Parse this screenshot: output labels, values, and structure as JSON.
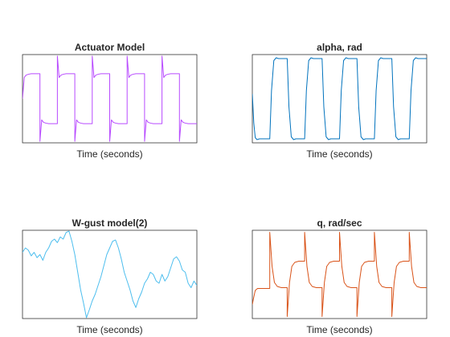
{
  "figure": {
    "background": "#ffffff",
    "axes_color": "#262626"
  },
  "chart_data": [
    {
      "type": "line",
      "title": "Actuator Model",
      "xlabel": "Time (seconds)",
      "ylabel": "",
      "grid": false,
      "xlim": [
        0,
        60
      ],
      "ylim": [
        -1.5,
        1.5
      ],
      "series": [
        {
          "color": "#b84bff",
          "x": [
            0,
            0.6,
            1.2,
            2,
            3,
            5,
            6,
            6.001,
            6.6,
            7.2,
            8,
            9,
            12,
            12.001,
            12.6,
            13.2,
            14,
            15,
            18,
            18.001,
            18.6,
            19.2,
            20,
            21,
            24,
            24.001,
            24.6,
            25.2,
            26,
            27,
            30,
            30.001,
            30.6,
            31.2,
            32,
            33,
            36,
            36.001,
            36.6,
            37.2,
            38,
            39,
            42,
            42.001,
            42.6,
            43.2,
            44,
            45,
            48,
            48.001,
            48.6,
            49.2,
            50,
            51,
            54,
            54.001,
            54.6,
            55.2,
            56,
            57,
            60
          ],
          "values": [
            0,
            0.72,
            0.8,
            0.83,
            0.85,
            0.85,
            0.85,
            -1.45,
            -0.72,
            -0.8,
            -0.83,
            -0.85,
            -0.85,
            1.45,
            0.72,
            0.8,
            0.83,
            0.85,
            0.85,
            -1.45,
            -0.72,
            -0.8,
            -0.83,
            -0.85,
            -0.85,
            1.45,
            0.72,
            0.8,
            0.83,
            0.85,
            0.85,
            -1.45,
            -0.72,
            -0.8,
            -0.83,
            -0.85,
            -0.85,
            1.45,
            0.72,
            0.8,
            0.83,
            0.85,
            0.85,
            -1.45,
            -0.72,
            -0.8,
            -0.83,
            -0.85,
            -0.85,
            1.45,
            0.72,
            0.8,
            0.83,
            0.85,
            0.85,
            -1.45,
            -0.72,
            -0.8,
            -0.83,
            -0.85,
            -0.85
          ]
        }
      ]
    },
    {
      "type": "line",
      "title": "alpha, rad",
      "xlabel": "Time (seconds)",
      "ylabel": "",
      "grid": false,
      "xlim": [
        0,
        60
      ],
      "ylim": [
        -1.1,
        1.1
      ],
      "series": [
        {
          "color": "#0072bd",
          "x": [
            0,
            0.5,
            1,
            1.6,
            2.5,
            4,
            6,
            6.6,
            7.4,
            8.2,
            9,
            10,
            12,
            12.6,
            13.4,
            14.2,
            15,
            16,
            18,
            18.6,
            19.4,
            20.2,
            21,
            22,
            24,
            24.6,
            25.4,
            26.2,
            27,
            28,
            30,
            30.6,
            31.4,
            32.2,
            33,
            34,
            36,
            36.6,
            37.4,
            38.2,
            39,
            40,
            42,
            42.6,
            43.4,
            44.2,
            45,
            46,
            48,
            48.6,
            49.4,
            50.2,
            51,
            52,
            54,
            54.6,
            55.4,
            56.2,
            57,
            58,
            60
          ],
          "values": [
            0.12,
            -0.6,
            -0.97,
            -1.02,
            -1.0,
            -1.0,
            -1.0,
            0.2,
            0.95,
            1.02,
            1.0,
            1.0,
            1.0,
            -0.2,
            -0.95,
            -1.02,
            -1.0,
            -1.0,
            -1.0,
            0.2,
            0.95,
            1.02,
            1.0,
            1.0,
            1.0,
            -0.2,
            -0.95,
            -1.02,
            -1.0,
            -1.0,
            -1.0,
            0.2,
            0.95,
            1.02,
            1.0,
            1.0,
            1.0,
            -0.2,
            -0.95,
            -1.02,
            -1.0,
            -1.0,
            -1.0,
            0.2,
            0.95,
            1.02,
            1.0,
            1.0,
            1.0,
            -0.2,
            -0.95,
            -1.02,
            -1.0,
            -1.0,
            -1.0,
            0.2,
            0.95,
            1.02,
            1.0,
            1.0,
            1.0
          ]
        }
      ]
    },
    {
      "type": "line",
      "title": "W-gust model(2)",
      "xlabel": "Time (seconds)",
      "ylabel": "",
      "grid": false,
      "xlim": [
        0,
        60
      ],
      "ylim": [
        -1,
        1
      ],
      "series": [
        {
          "color": "#4dbeee",
          "x": [
            0,
            1,
            2,
            3,
            4,
            5,
            6,
            7,
            8,
            9,
            10,
            11,
            12,
            13,
            14,
            15,
            16,
            17,
            18,
            19,
            20,
            21,
            22,
            23,
            24,
            25,
            26,
            27,
            28,
            29,
            30,
            31,
            32,
            33,
            34,
            35,
            36,
            37,
            38,
            39,
            40,
            41,
            42,
            43,
            44,
            45,
            46,
            47,
            48,
            49,
            50,
            51,
            52,
            53,
            54,
            55,
            56,
            57,
            58,
            59,
            60
          ],
          "values": [
            0.5,
            0.6,
            0.55,
            0.42,
            0.5,
            0.38,
            0.45,
            0.32,
            0.5,
            0.6,
            0.75,
            0.8,
            0.72,
            0.85,
            0.8,
            0.95,
            0.98,
            0.75,
            0.45,
            0.05,
            -0.35,
            -0.65,
            -0.98,
            -0.8,
            -0.6,
            -0.45,
            -0.25,
            -0.05,
            0.2,
            0.45,
            0.6,
            0.75,
            0.78,
            0.6,
            0.35,
            0.05,
            -0.15,
            -0.35,
            -0.6,
            -0.75,
            -0.55,
            -0.4,
            -0.2,
            -0.1,
            0.05,
            0.0,
            -0.15,
            -0.2,
            0.0,
            -0.15,
            -0.05,
            0.15,
            0.35,
            0.4,
            0.3,
            0.1,
            0.05,
            -0.2,
            -0.3,
            -0.15,
            -0.25
          ]
        }
      ]
    },
    {
      "type": "line",
      "title": "q, rad/sec",
      "xlabel": "Time (seconds)",
      "ylabel": "",
      "grid": false,
      "xlim": [
        0,
        60
      ],
      "ylim": [
        -1.1,
        1.1
      ],
      "series": [
        {
          "color": "#d95319",
          "x": [
            0,
            0.4,
            1,
            1.8,
            3,
            6,
            6.001,
            6.8,
            7.6,
            8.6,
            10,
            12,
            12.001,
            12.8,
            13.6,
            14.6,
            16,
            18,
            18.001,
            18.8,
            19.6,
            20.6,
            22,
            24,
            24.001,
            24.8,
            25.6,
            26.6,
            28,
            30,
            30.001,
            30.8,
            31.6,
            32.6,
            34,
            36,
            36.001,
            36.8,
            37.6,
            38.6,
            40,
            42,
            42.001,
            42.8,
            43.6,
            44.6,
            46,
            48,
            48.001,
            48.8,
            49.6,
            50.6,
            52,
            54,
            54.001,
            54.8,
            55.6,
            56.6,
            58,
            60
          ],
          "values": [
            -0.75,
            -0.6,
            -0.4,
            -0.35,
            -0.35,
            -0.35,
            1.05,
            0.2,
            -0.2,
            -0.3,
            -0.33,
            -0.33,
            -1.05,
            -0.2,
            0.2,
            0.3,
            0.33,
            0.33,
            1.05,
            0.2,
            -0.2,
            -0.3,
            -0.33,
            -0.33,
            -1.05,
            -0.2,
            0.2,
            0.3,
            0.33,
            0.33,
            1.05,
            0.2,
            -0.2,
            -0.3,
            -0.33,
            -0.33,
            -1.05,
            -0.2,
            0.2,
            0.3,
            0.33,
            0.33,
            1.05,
            0.2,
            -0.2,
            -0.3,
            -0.33,
            -0.33,
            -1.05,
            -0.2,
            0.2,
            0.3,
            0.33,
            0.33,
            1.05,
            0.2,
            -0.2,
            -0.3,
            -0.33,
            -0.33
          ]
        }
      ]
    }
  ]
}
